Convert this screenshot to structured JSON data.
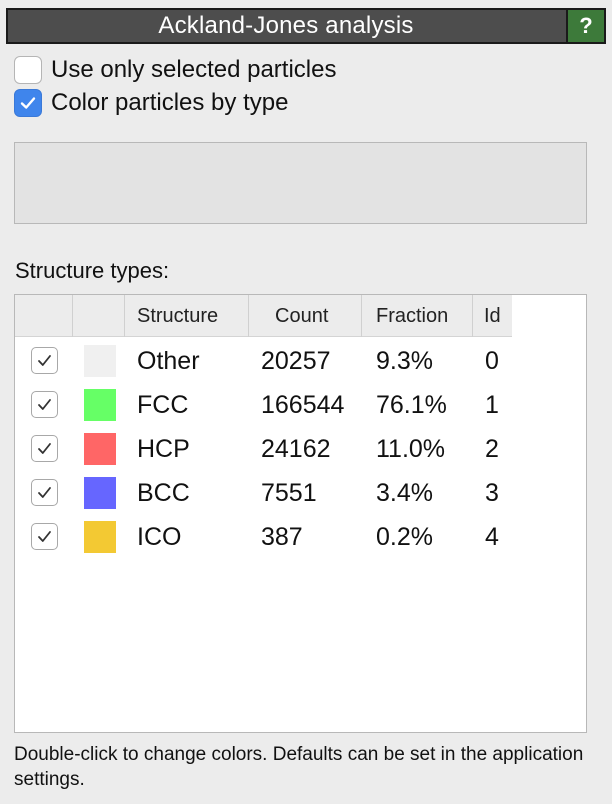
{
  "panel": {
    "title": "Ackland-Jones analysis",
    "help_label": "?",
    "title_bg": "#4d4d4d",
    "help_bg": "#3d7a3a"
  },
  "options": [
    {
      "label": "Use only selected particles",
      "checked": false
    },
    {
      "label": "Color particles by type",
      "checked": true
    }
  ],
  "status_text": "",
  "structure_types": {
    "label": "Structure types:",
    "columns": [
      "",
      "",
      "Structure",
      "Count",
      "Fraction",
      "Id"
    ],
    "rows": [
      {
        "checked": true,
        "color": "#f0f0f0",
        "structure": "Other",
        "count": "20257",
        "fraction": "9.3%",
        "id": "0"
      },
      {
        "checked": true,
        "color": "#66ff66",
        "structure": "FCC",
        "count": "166544",
        "fraction": "76.1%",
        "id": "1"
      },
      {
        "checked": true,
        "color": "#ff6666",
        "structure": "HCP",
        "count": "24162",
        "fraction": "11.0%",
        "id": "2"
      },
      {
        "checked": true,
        "color": "#6666ff",
        "structure": "BCC",
        "count": "7551",
        "fraction": "3.4%",
        "id": "3"
      },
      {
        "checked": true,
        "color": "#f3c933",
        "structure": "ICO",
        "count": "387",
        "fraction": "0.2%",
        "id": "4"
      }
    ]
  },
  "footer_text": "Double-click to change colors. Defaults can be set in the application settings.",
  "icons": {
    "checkmark": "checkmark-icon"
  }
}
